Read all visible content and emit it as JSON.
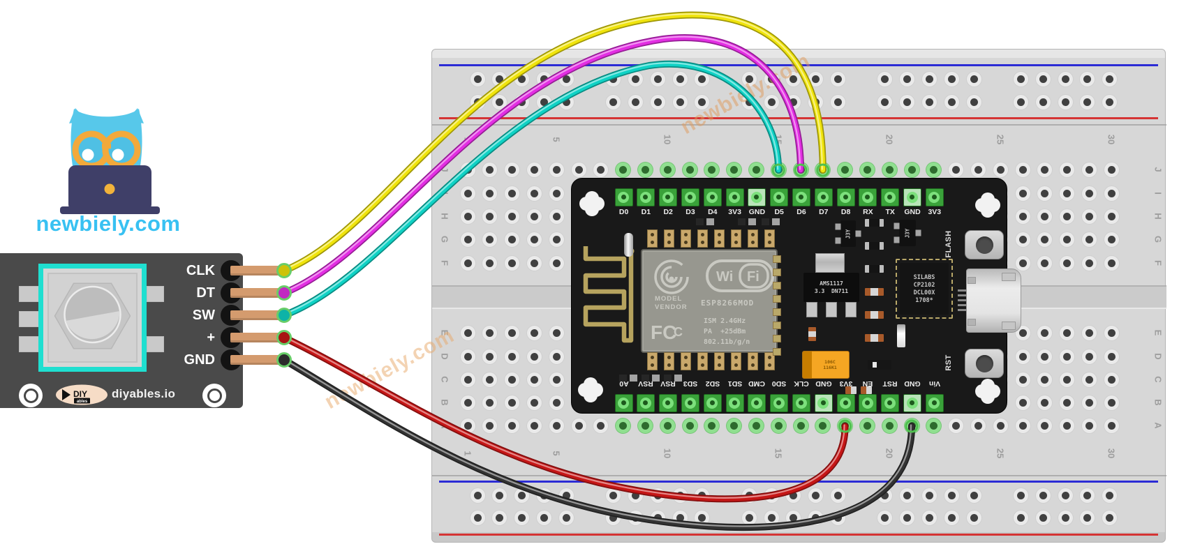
{
  "branding": {
    "site": "newbiely.com",
    "watermark": "newbiely.com"
  },
  "module": {
    "pins": [
      "CLK",
      "DT",
      "SW",
      "+",
      "GND"
    ],
    "logo_text": "DIY",
    "logo_sub": "ables",
    "brand": "diyables.io"
  },
  "nodemcu": {
    "top_pins": [
      "D0",
      "D1",
      "D2",
      "D3",
      "D4",
      "3V3",
      "GND",
      "D5",
      "D6",
      "D7",
      "D8",
      "RX",
      "TX",
      "GND",
      "3V3"
    ],
    "bottom_pins": [
      "A0",
      "RSV",
      "RSV",
      "SD3",
      "SD2",
      "SD1",
      "CMD",
      "SD0",
      "CLK",
      "GND",
      "3V3",
      "EN",
      "RST",
      "GND",
      "Vin"
    ],
    "flash_button": "FLASH",
    "reset_button": "RST",
    "esp": {
      "wi": "Wi",
      "fi": "Fi",
      "model": "MODEL",
      "vendor": "VENDOR",
      "chip": "ESP8266MOD",
      "fcc": "FC",
      "ism": "ISM 2.4GHz",
      "pa": "PA  +25dBm",
      "std": "802.11b/g/n"
    },
    "regulator": [
      "AMS1117",
      "3.3  DN711"
    ],
    "usb_chip": [
      "SILABS",
      "CP2102",
      "DCL00X",
      "1708*"
    ],
    "transistor_marking": "J3Y",
    "capacitor": [
      "106C",
      "116K1"
    ]
  },
  "breadboard": {
    "column_numbers": [
      1,
      5,
      10,
      15,
      20,
      25,
      30
    ],
    "row_letters_top": [
      "J",
      "I",
      "H",
      "G",
      "F"
    ],
    "row_letters_bottom": [
      "E",
      "D",
      "C",
      "B",
      "A"
    ]
  },
  "wires": [
    {
      "id": "clk",
      "color_name": "yellow",
      "hex": "#f0e40c",
      "from": "CLK",
      "to": "D7"
    },
    {
      "id": "dt",
      "color_name": "magenta",
      "hex": "#e32ee3",
      "from": "DT",
      "to": "D6"
    },
    {
      "id": "sw",
      "color_name": "cyan",
      "hex": "#0fd2c5",
      "from": "SW",
      "to": "D5"
    },
    {
      "id": "vcc",
      "color_name": "red",
      "hex": "#c61616",
      "from": "+",
      "to": "3V3"
    },
    {
      "id": "gnd",
      "color_name": "black",
      "hex": "#333333",
      "from": "GND",
      "to": "GND"
    }
  ],
  "colors": {
    "module_accent": "#1fdfd0",
    "logo_blue": "#38c1f2",
    "watermark": "#e09a5b",
    "pin_green": "#3aa23a",
    "rail_red": "#d53434",
    "rail_blue": "#2b2bd5",
    "board_black": "#191919",
    "breadboard_gray": "#d7d7d7"
  }
}
